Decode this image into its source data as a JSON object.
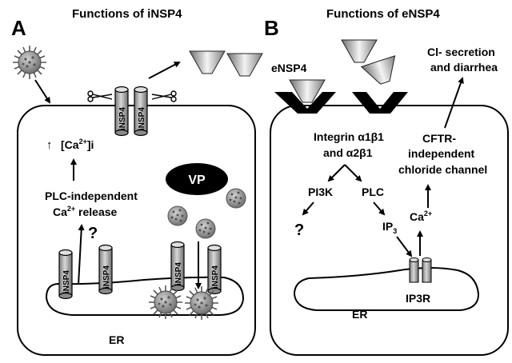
{
  "panel_a": {
    "letter": "A",
    "title": "Functions of iNSP4",
    "channel_label": "iNSP4",
    "ca_label": "[Ca",
    "ca_sup": "2+",
    "ca_suffix": "]i",
    "up_arrow": "↑",
    "plc_line1": "PLC-independent",
    "plc_line2a": "Ca",
    "plc_line2sup": "2+",
    "plc_line2b": " release",
    "question": "?",
    "vp_label": "VP",
    "er_label": "ER"
  },
  "panel_b": {
    "letter": "B",
    "title": "Functions of eNSP4",
    "ensp4_label": "eNSP4",
    "integrin_line1": "Integrin α1β1",
    "integrin_line2": "and α2β1",
    "pi3k_label": "PI3K",
    "plc_label": "PLC",
    "question": "?",
    "ip3_label": "IP",
    "ip3_sub": "3",
    "ip3r_label": "IP3R",
    "er_label": "ER",
    "ca_label": "Ca",
    "ca_sup": "2+",
    "cftr_line1": "CFTR-",
    "cftr_line2": "independent",
    "cftr_line3": "chloride channel",
    "cl_line1": "Cl- secretion",
    "cl_line2": "and diarrhea"
  },
  "colors": {
    "virus_spike": "#505050",
    "virus_body": "#9a9a9a",
    "channel_fill": "#a8a8a8",
    "vp_fill": "#000000",
    "line": "#000000"
  }
}
